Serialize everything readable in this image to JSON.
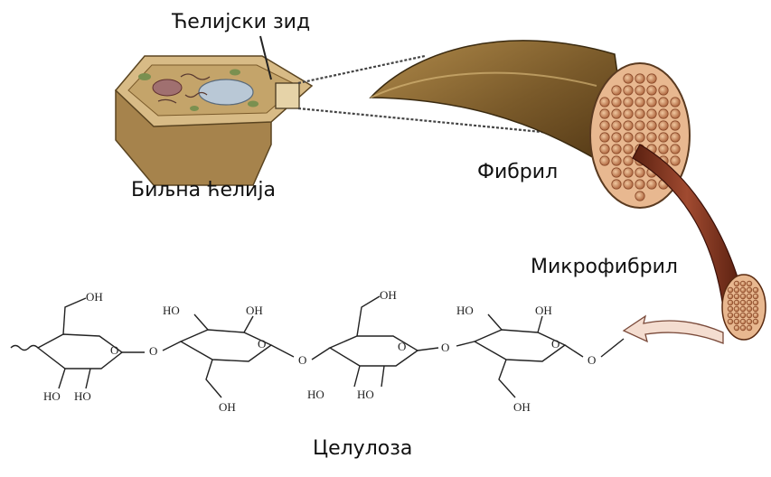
{
  "labels": {
    "cell_wall": "Ћелијски зид",
    "plant_cell": "Биљна ћелија",
    "fibril": "Фибрил",
    "microfibril": "Микрофибрил",
    "cellulose": "Целулоза"
  },
  "chemistry": {
    "oh": "OH",
    "ho": "HO",
    "o": "O"
  },
  "colors": {
    "cell_top": "#d8bb86",
    "cell_side": "#a6834c",
    "fibril_brown": "#7a5a2a",
    "fiber_dots": "#c88a60",
    "microfibril": "#8a3a2a"
  }
}
